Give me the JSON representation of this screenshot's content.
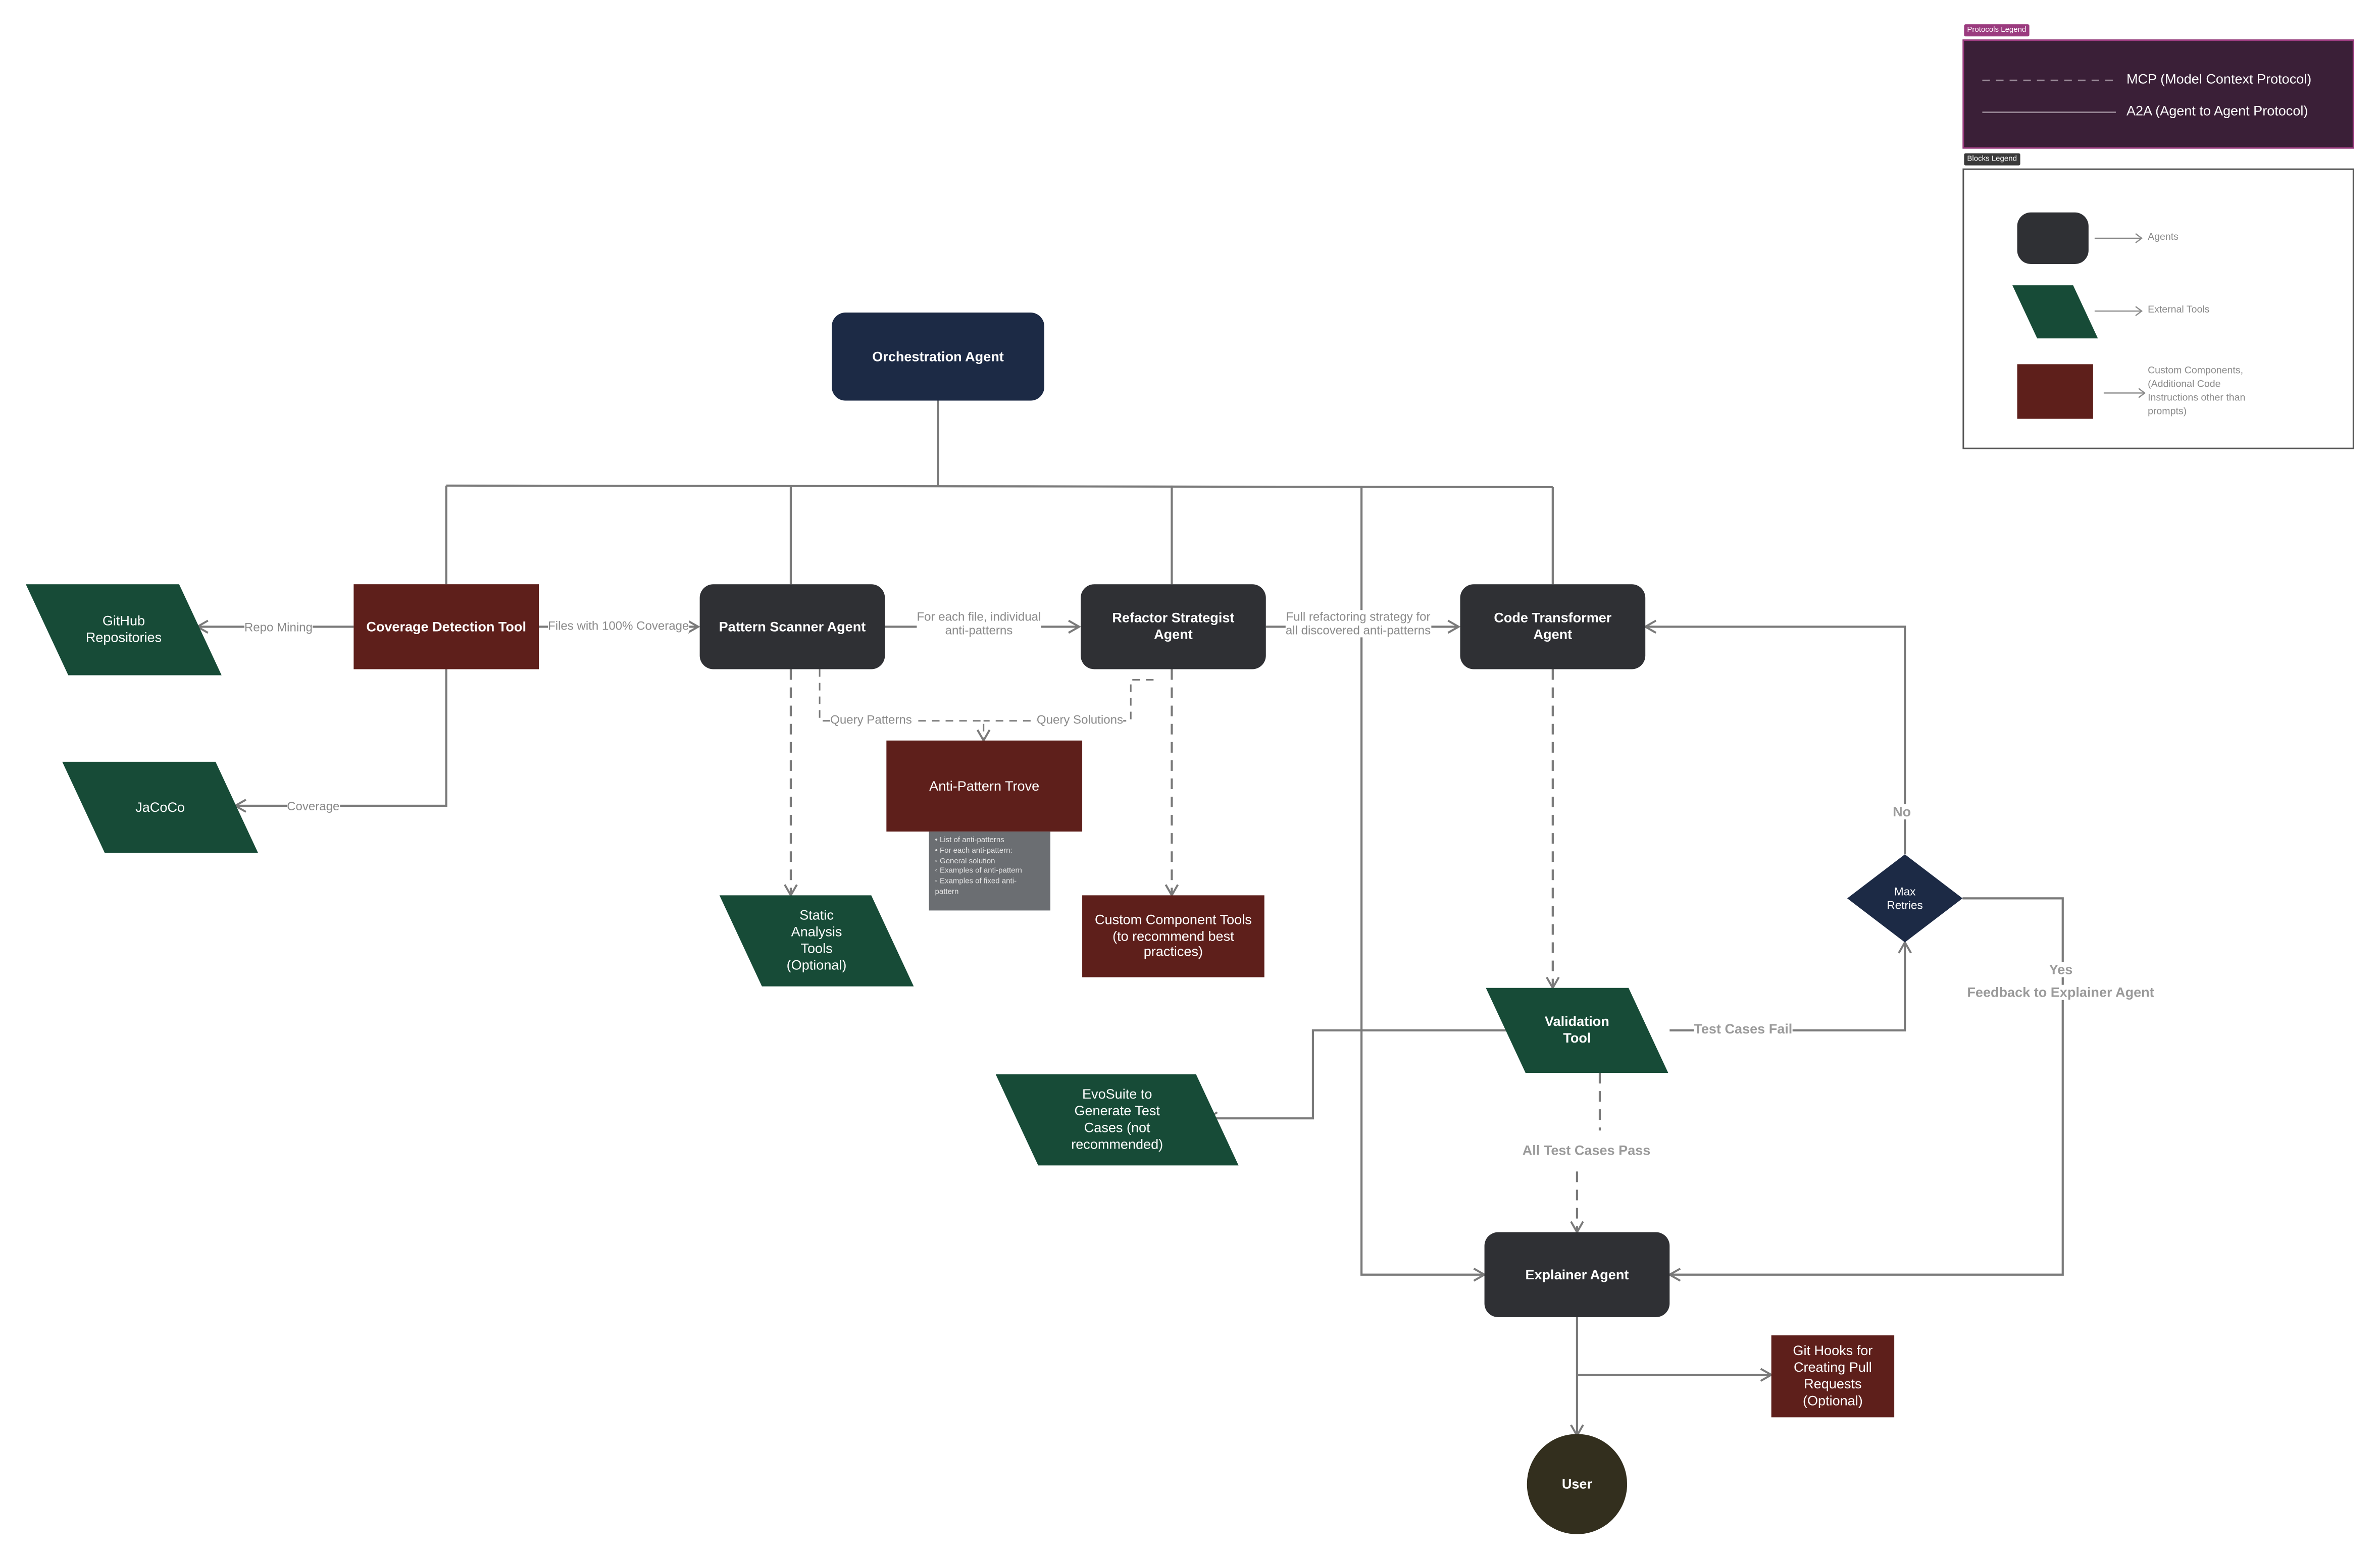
{
  "nodes": {
    "orchestration": "Orchestration Agent",
    "coverage_detection": "Coverage Detection Tool",
    "pattern_scanner": "Pattern Scanner Agent",
    "refactor_strategist": "Refactor Strategist Agent",
    "code_transformer": "Code Transformer Agent",
    "github": "GitHub Repositories",
    "jacoco": "JaCoCo",
    "anti_pattern_trove": "Anti-Pattern Trove",
    "static_analysis": "Static Analysis Tools (Optional)",
    "custom_component_tools": "Custom Component Tools (to recommend best practices)",
    "validation": "Validation Tool",
    "evosuite": "EvoSuite to Generate Test Cases (not recommended)",
    "max_retries": "Max Retries",
    "explainer": "Explainer Agent",
    "git_hooks": "Git Hooks for Creating Pull Requests (Optional)",
    "user": "User"
  },
  "edge_labels": {
    "repo_mining": "Repo Mining",
    "files_full_coverage": "Files with 100% Coverage",
    "coverage": "Coverage",
    "for_each_file_1": "For each file, individual",
    "for_each_file_2": "anti-patterns",
    "full_strategy_1": "Full refactoring strategy for",
    "full_strategy_2": "all discovered anti-patterns",
    "query_patterns": "Query Patterns",
    "query_solutions": "Query Solutions",
    "test_cases_fail": "Test Cases Fail",
    "all_test_cases_pass": "All Test Cases Pass",
    "no": "No",
    "yes": "Yes",
    "feedback": "Feedback to Explainer Agent"
  },
  "trove_note": [
    "• List of anti-patterns",
    "• For each anti-pattern:",
    "   ◦ General solution",
    "   ◦ Examples of anti-pattern",
    "   ◦ Examples of fixed anti-",
    "      pattern"
  ],
  "protocols_legend": {
    "tag": "Protocols Legend",
    "mcp": "MCP (Model Context Protocol)",
    "a2a": "A2A (Agent to Agent Protocol)"
  },
  "blocks_legend": {
    "tag": "Blocks Legend",
    "agents": "Agents",
    "external_tools": "External Tools",
    "custom_components": "Custom Components, (Additional Code Instructions other than prompts)"
  },
  "colors": {
    "agent": "#2f3034",
    "orchestration": "#1c2a45",
    "external_tool": "#174b37",
    "custom_component": "#5e1f1b",
    "user": "#332f1e",
    "legend_protocols_bg": "#3a1f37",
    "legend_protocols_border": "#9b3b7f"
  }
}
